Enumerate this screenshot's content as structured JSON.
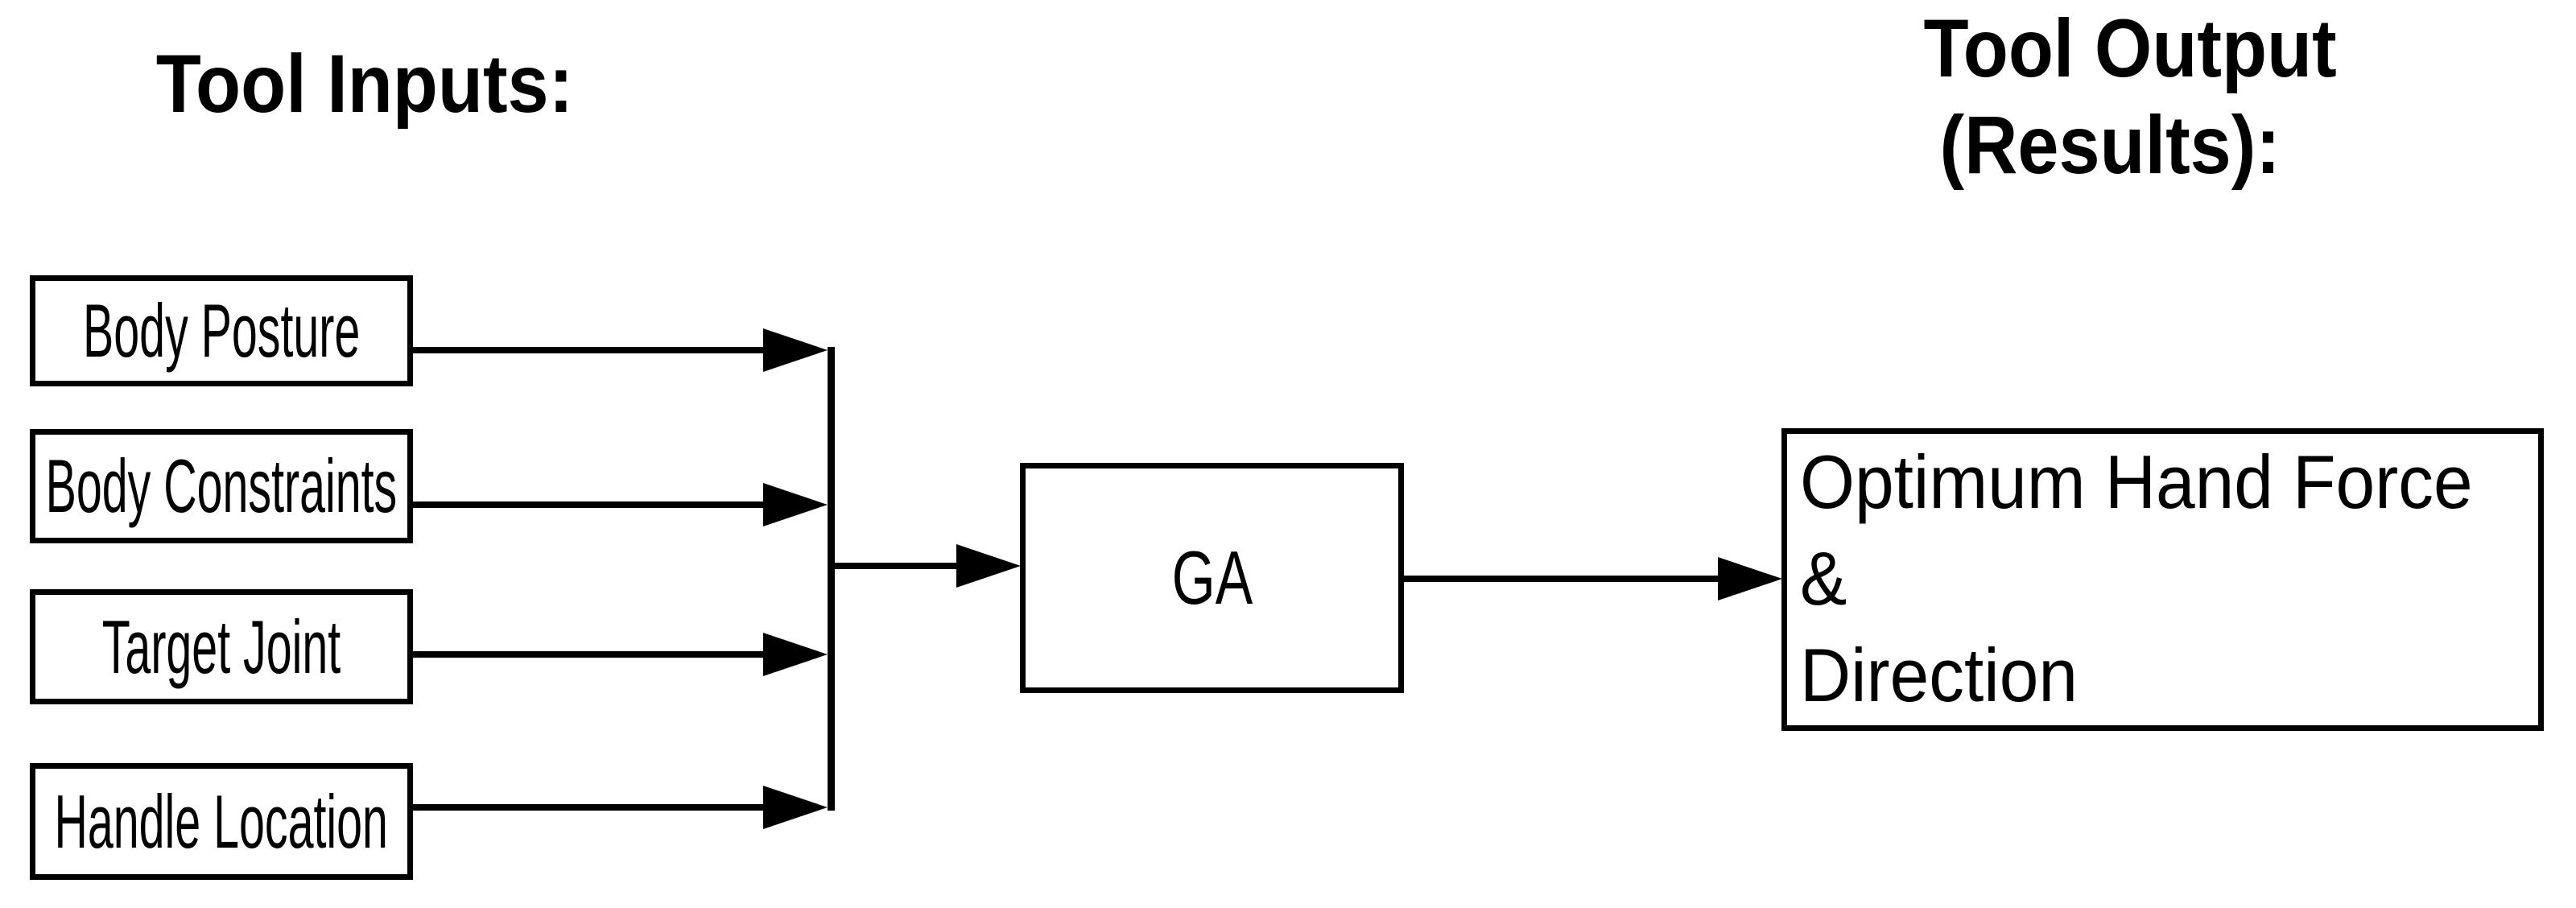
{
  "diagram": {
    "title_hint": "GA tool input/output flow diagram",
    "headings": {
      "inputs": "Tool Inputs:",
      "output_line1": "Tool Output",
      "output_line2": "(Results):"
    },
    "input_boxes": [
      {
        "label": "Body Posture"
      },
      {
        "label": "Body Constraints"
      },
      {
        "label": "Target Joint"
      },
      {
        "label": "Handle Location"
      }
    ],
    "process_box": {
      "label": "GA"
    },
    "output_box": {
      "lines": [
        "Optimum Hand Force",
        "&",
        "Direction"
      ]
    },
    "colors": {
      "stroke": "#000000",
      "node_fill": "#ffffff",
      "background": "#ffffff"
    }
  }
}
